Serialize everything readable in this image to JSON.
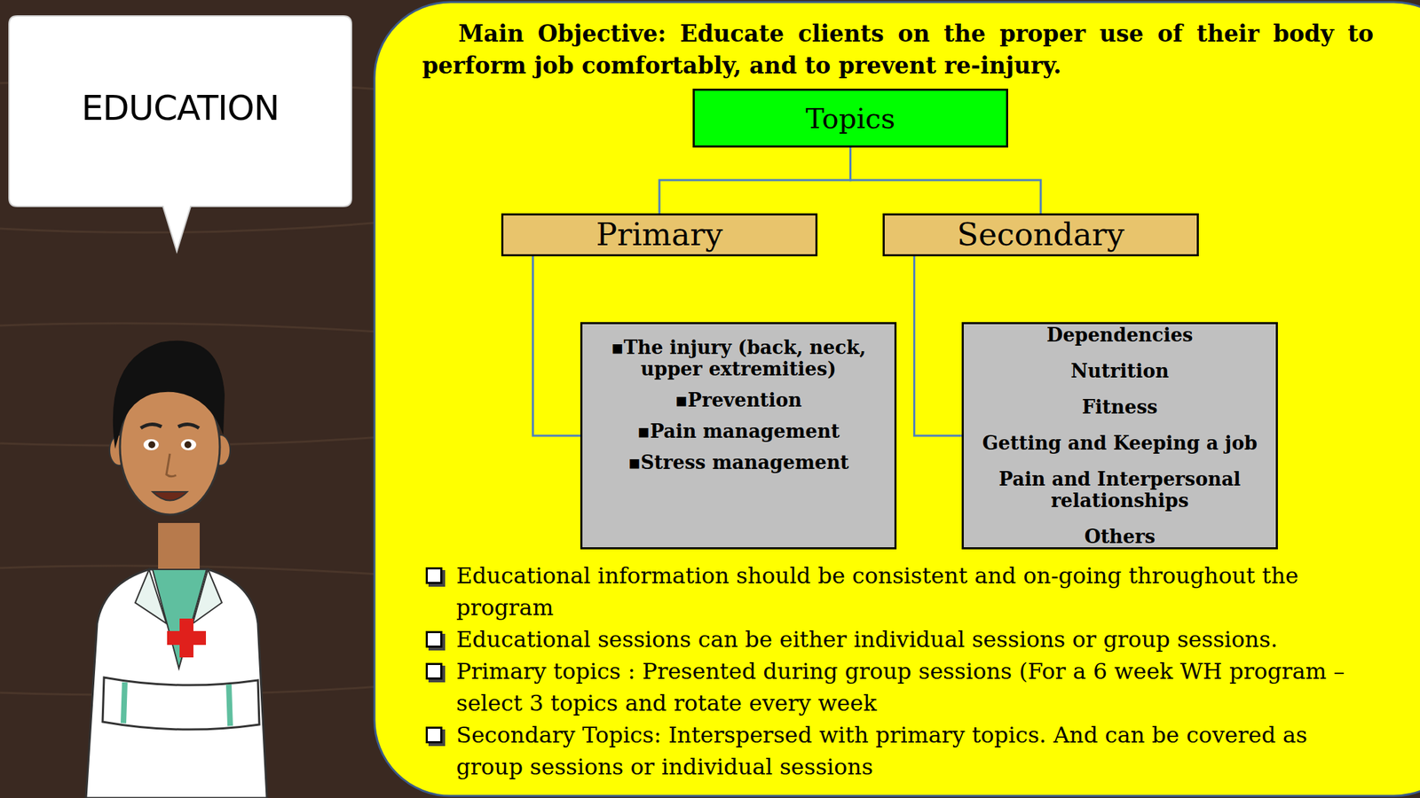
{
  "diagram": {
    "title": "Main Objective: Educate clients on the proper use of their body to perform job comfortably, and to prevent re-injury.",
    "nodes": [
      {
        "text": [
          "EDUCATION"
        ]
      },
      {
        "text": [
          "Topics"
        ]
      },
      {
        "text": [
          "Primary"
        ]
      },
      {
        "text": [
          "Secondary"
        ]
      },
      {
        "text": [
          "▪The injury (back, neck, upper extremities)",
          "▪Prevention",
          "▪Pain management",
          "▪Stress management"
        ]
      },
      {
        "text": [
          "Dependencies",
          "Nutrition",
          "Fitness",
          "Getting and Keeping a job",
          "Pain and Interpersonal relationships",
          "Others"
        ]
      }
    ],
    "edges": [
      {
        "from": 1,
        "to": 2,
        "arrow": "none"
      },
      {
        "from": 1,
        "to": 3,
        "arrow": "none"
      },
      {
        "from": 2,
        "to": 4,
        "arrow": "none"
      },
      {
        "from": 3,
        "to": 5,
        "arrow": "none"
      }
    ],
    "labels": [
      "Educational information should be consistent and on-going throughout the program",
      "Educational sessions can be either individual sessions or group sessions.",
      "Primary topics : Presented during group sessions (For a 6 week WH program – select 3 topics and rotate every week",
      "Secondary Topics: Interspersed with primary topics. And can be covered as group sessions or individual sessions"
    ]
  }
}
